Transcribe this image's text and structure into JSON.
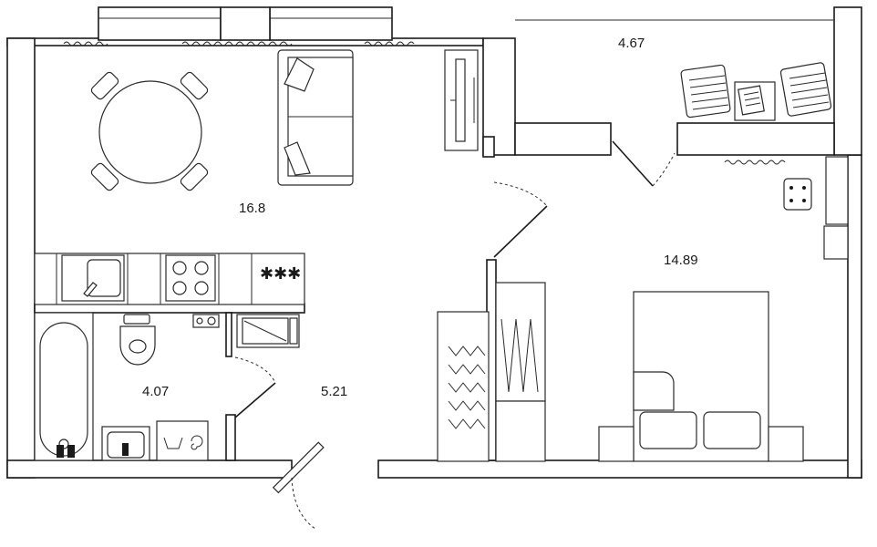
{
  "rooms": [
    {
      "id": "living-kitchen",
      "area": "16.8"
    },
    {
      "id": "balcony",
      "area": "4.67"
    },
    {
      "id": "bedroom",
      "area": "14.89"
    },
    {
      "id": "bathroom",
      "area": "4.07"
    },
    {
      "id": "hallway",
      "area": "5.21"
    }
  ],
  "colors": {
    "line": "#1a1a1a",
    "background": "#ffffff"
  },
  "icons": [
    "dining-table-icon",
    "sofa-icon",
    "tv-icon",
    "sink-icon",
    "stove-icon",
    "bathtub-icon",
    "toilet-icon",
    "washing-machine-icon",
    "bed-icon",
    "wardrobe-icon",
    "armchair-icon",
    "boiler-icon"
  ]
}
